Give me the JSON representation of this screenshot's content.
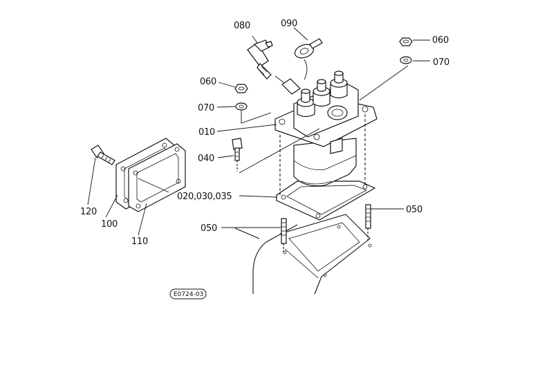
{
  "figure": {
    "code": "E0724-03"
  },
  "parts": [
    {
      "id": "080",
      "label": "080"
    },
    {
      "id": "090",
      "label": "090"
    },
    {
      "id": "060-top",
      "label": "060"
    },
    {
      "id": "070-top",
      "label": "070"
    },
    {
      "id": "060-left",
      "label": "060"
    },
    {
      "id": "070-left",
      "label": "070"
    },
    {
      "id": "010",
      "label": "010"
    },
    {
      "id": "040",
      "label": "040"
    },
    {
      "id": "020",
      "label": "020,030,035"
    },
    {
      "id": "050-right",
      "label": "050"
    },
    {
      "id": "050-left",
      "label": "050"
    },
    {
      "id": "120",
      "label": "120"
    },
    {
      "id": "100",
      "label": "100"
    },
    {
      "id": "110",
      "label": "110"
    }
  ]
}
